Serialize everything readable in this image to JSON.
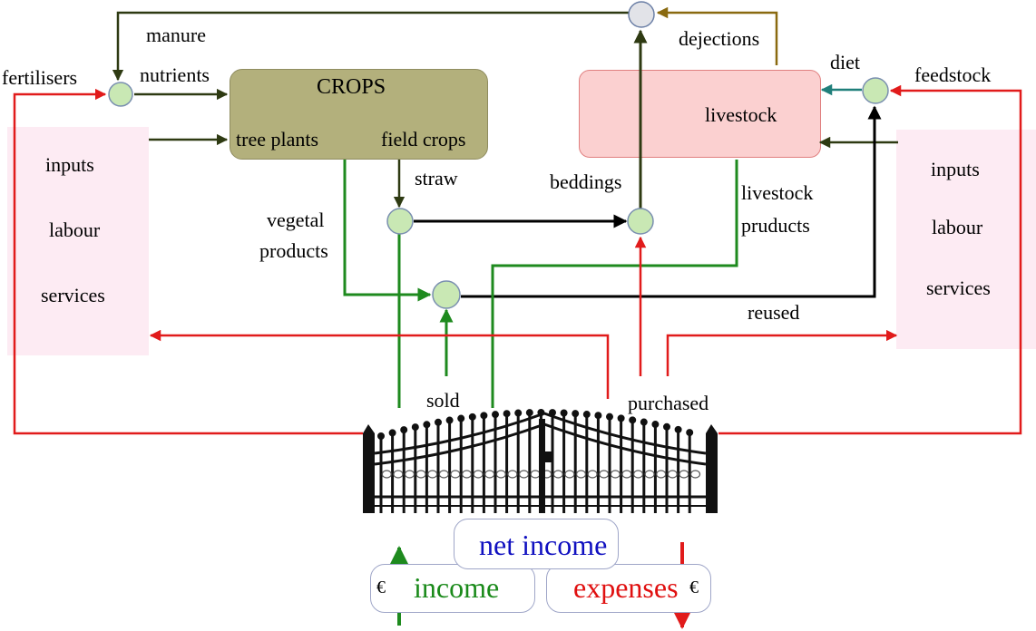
{
  "labels": {
    "manure": "manure",
    "fertilisers": "fertilisers",
    "nutrients": "nutrients",
    "crops": "CROPS",
    "tree_plants": "tree plants",
    "field_crops": "field crops",
    "straw": "straw",
    "vegetal_products_1": "vegetal",
    "vegetal_products_2": "products",
    "beddings": "beddings",
    "dejections": "dejections",
    "diet": "diet",
    "feedstock": "feedstock",
    "livestock": "livestock",
    "livestock_products_1": "livestock",
    "livestock_products_2": "pruducts",
    "reused": "reused",
    "sold": "sold",
    "purchased": "purchased"
  },
  "left_panel": {
    "items": [
      "inputs",
      "labour",
      "services"
    ]
  },
  "right_panel": {
    "items": [
      "inputs",
      "labour",
      "services"
    ]
  },
  "finance": {
    "net_income": "net income",
    "income": "income",
    "expenses": "expenses",
    "currency_left": "€",
    "currency_right": "€"
  },
  "colors": {
    "crops_fill": "#b3b07c",
    "livestock_fill": "#fbd0d0",
    "panel_fill": "#fdebf3",
    "node_fill": "#c9e8b4",
    "dark_flow": "#2e3a12",
    "green_flow": "#1e8a1e",
    "red_flow": "#e11b1b",
    "teal_flow": "#1f7f7a",
    "olive_flow": "#8a6a10",
    "net_income_text": "#1010c0",
    "income_text": "#1a8a1a",
    "expenses_text": "#e01010"
  }
}
